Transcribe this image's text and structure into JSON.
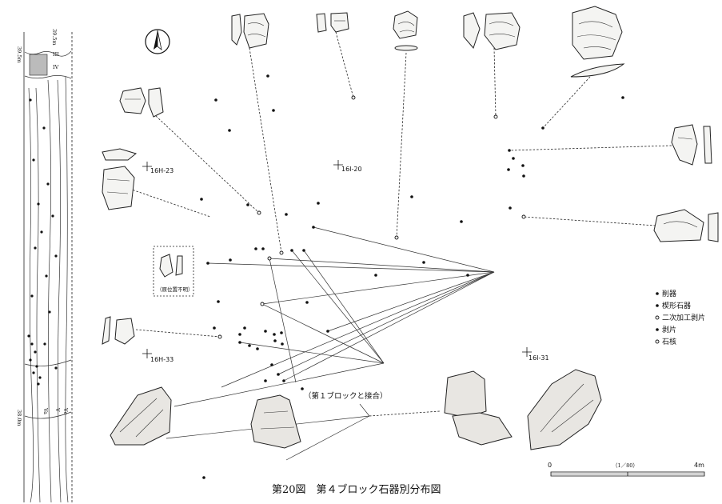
{
  "figure": {
    "caption": "第20図　第４ブロック石器別分布図",
    "north_arrow": "north-arrow-icon",
    "scale": {
      "start": "0",
      "end": "4m",
      "ratio": "（1／80）"
    },
    "section": {
      "elev_top_left": "39.5m",
      "elev_top_right": "39.5m",
      "elev_bottom_left": "38.0m",
      "layer_labels": [
        "III",
        "IV",
        "Va",
        "V",
        "Vc"
      ]
    },
    "grid_labels": [
      "16H-23",
      "16I-20",
      "16H-33",
      "16I-31"
    ],
    "unknown_position_label": "（原位置不明）",
    "refit_note": "（第１ブロックと接合）",
    "legend": [
      {
        "symbol": "filled",
        "label": "削器"
      },
      {
        "symbol": "filled",
        "label": "楔形石器"
      },
      {
        "symbol": "open",
        "label": "二次加工剥片"
      },
      {
        "symbol": "filled",
        "label": "剥片"
      },
      {
        "symbol": "open",
        "label": "石核"
      }
    ]
  }
}
